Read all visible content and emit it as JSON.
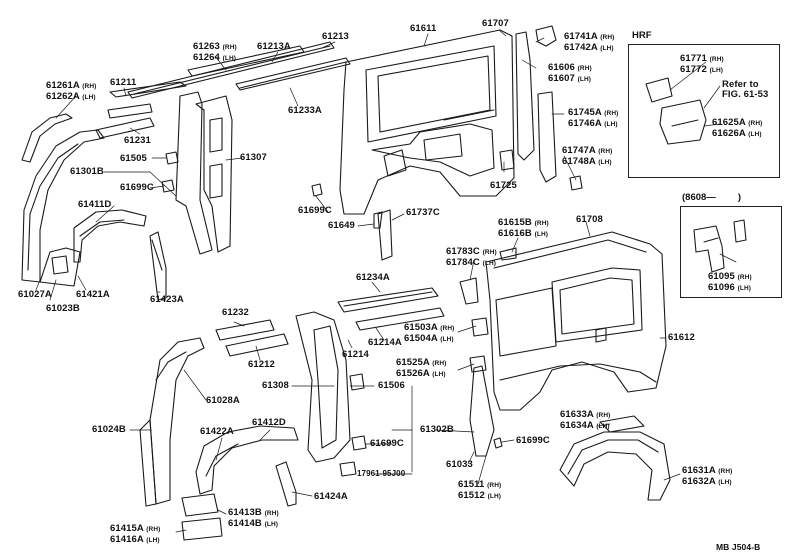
{
  "diagram": {
    "labels": {
      "p61261A": "61261A",
      "p61262A": "61262A",
      "p61211": "61211",
      "p61263": "61263",
      "p61264": "61264",
      "p61213A": "61213A",
      "p61213": "61213",
      "p61611": "61611",
      "p61707": "61707",
      "p61741A": "61741A",
      "p61742A": "61742A",
      "p61606": "61606",
      "p61607": "61607",
      "p61233A": "61233A",
      "p61231": "61231",
      "p61505": "61505",
      "p61307": "61307",
      "p61301B": "61301B",
      "p61699C_a": "61699C",
      "p61411D": "61411D",
      "p61699C_b": "61699C",
      "p61737C": "61737C",
      "p61649": "61649",
      "p61725": "61725",
      "p61745A": "61745A",
      "p61746A": "61746A",
      "p61747A": "61747A",
      "p61748A": "61748A",
      "p61027A": "61027A",
      "p61421A": "61421A",
      "p61023B": "61023B",
      "p61423A": "61423A",
      "p61615B": "61615B",
      "p61616B": "61616B",
      "p61708": "61708",
      "p61783C": "61783C",
      "p61784C": "61784C",
      "p61234A": "61234A",
      "p61232": "61232",
      "p61214": "61214",
      "p61214A": "61214A",
      "p61503A": "61503A",
      "p61504A": "61504A",
      "p61612": "61612",
      "p61212": "61212",
      "p61028A": "61028A",
      "p61308": "61308",
      "p61506": "61506",
      "p61525A": "61525A",
      "p61526A": "61526A",
      "p61024B": "61024B",
      "p61422A": "61422A",
      "p61412D": "61412D",
      "p61302B": "61302B",
      "p61699C_c": "61699C",
      "p61699C_d": "61699C",
      "p17961": "17961-95J00",
      "p61033": "61033",
      "p61511": "61511",
      "p61512": "61512",
      "p61633A": "61633A",
      "p61634A": "61634A",
      "p61631A": "61631A",
      "p61632A": "61632A",
      "p61424A": "61424A",
      "p61413B": "61413B",
      "p61414B": "61414B",
      "p61415A": "61415A",
      "p61416A": "61416A"
    },
    "suffix": {
      "rh": "(RH)",
      "lh": "(LH)"
    },
    "inset_hrf": {
      "title": "HRF",
      "p61771": "61771",
      "p61772": "61772",
      "refer": "Refer to",
      "fig": "FIG. 61-53",
      "p61625A": "61625A",
      "p61626A": "61626A"
    },
    "inset_8608": {
      "title": "(8608—",
      "close": ")",
      "p61095": "61095",
      "p61096": "61096"
    },
    "footer": "MB  J504-B"
  }
}
